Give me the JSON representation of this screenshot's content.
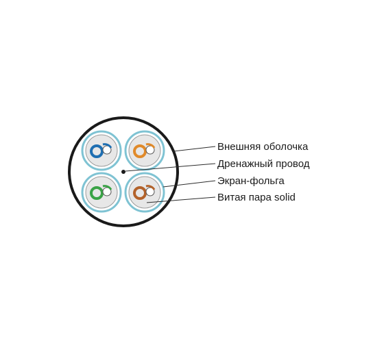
{
  "labels": {
    "outer_jacket": "Внешняя оболочка",
    "drain_wire": "Дренажный провод",
    "foil_shield": "Экран-фольга",
    "twisted_pair": "Витая пара solid"
  },
  "pairs": [
    {
      "color": "#1f6fb2",
      "name": "blue-pair"
    },
    {
      "color": "#e08a2a",
      "name": "orange-pair"
    },
    {
      "color": "#3aa346",
      "name": "green-pair"
    },
    {
      "color": "#b3622a",
      "name": "brown-pair"
    }
  ],
  "colors": {
    "jacket": "#1a1a1a",
    "foil": "#7fc3d3",
    "pair_fill": "#e7e7e7",
    "leader": "#2a2a2a"
  }
}
